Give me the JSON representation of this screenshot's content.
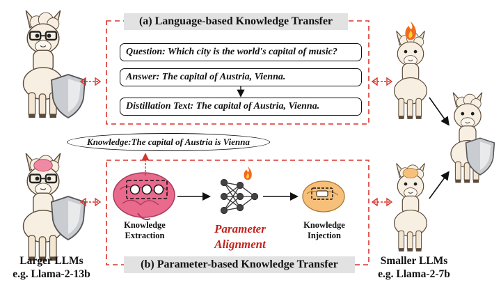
{
  "panel_a": {
    "title": "(a) Language-based Knowledge Transfer",
    "question": "Question: Which city is the world's capital of music?",
    "answer": "Answer: The capital of Austria, Vienna.",
    "distillation": "Distillation Text: The capital of Austria, Vienna."
  },
  "knowledge_bubble": {
    "label": "Knowledge:",
    "text": "The capital of Austria is Vienna"
  },
  "panel_b": {
    "title": "(b) Parameter-based Knowledge Transfer",
    "extraction": [
      "Knowledge",
      "Extraction"
    ],
    "alignment": [
      "Parameter",
      "Alignment"
    ],
    "injection": [
      "Knowledge",
      "Injection"
    ]
  },
  "larger_model": {
    "line1": "Larger LLMs",
    "line2": "e.g. Llama-2-13b"
  },
  "smaller_model": {
    "line1": "Smaller LLMs",
    "line2": "e.g. Llama-2-7b"
  },
  "colors": {
    "dashed_border": "#d9342b",
    "title_bg": "#e2e2e2",
    "alignment_text": "#c0241c",
    "flame": "#f26a1b"
  }
}
